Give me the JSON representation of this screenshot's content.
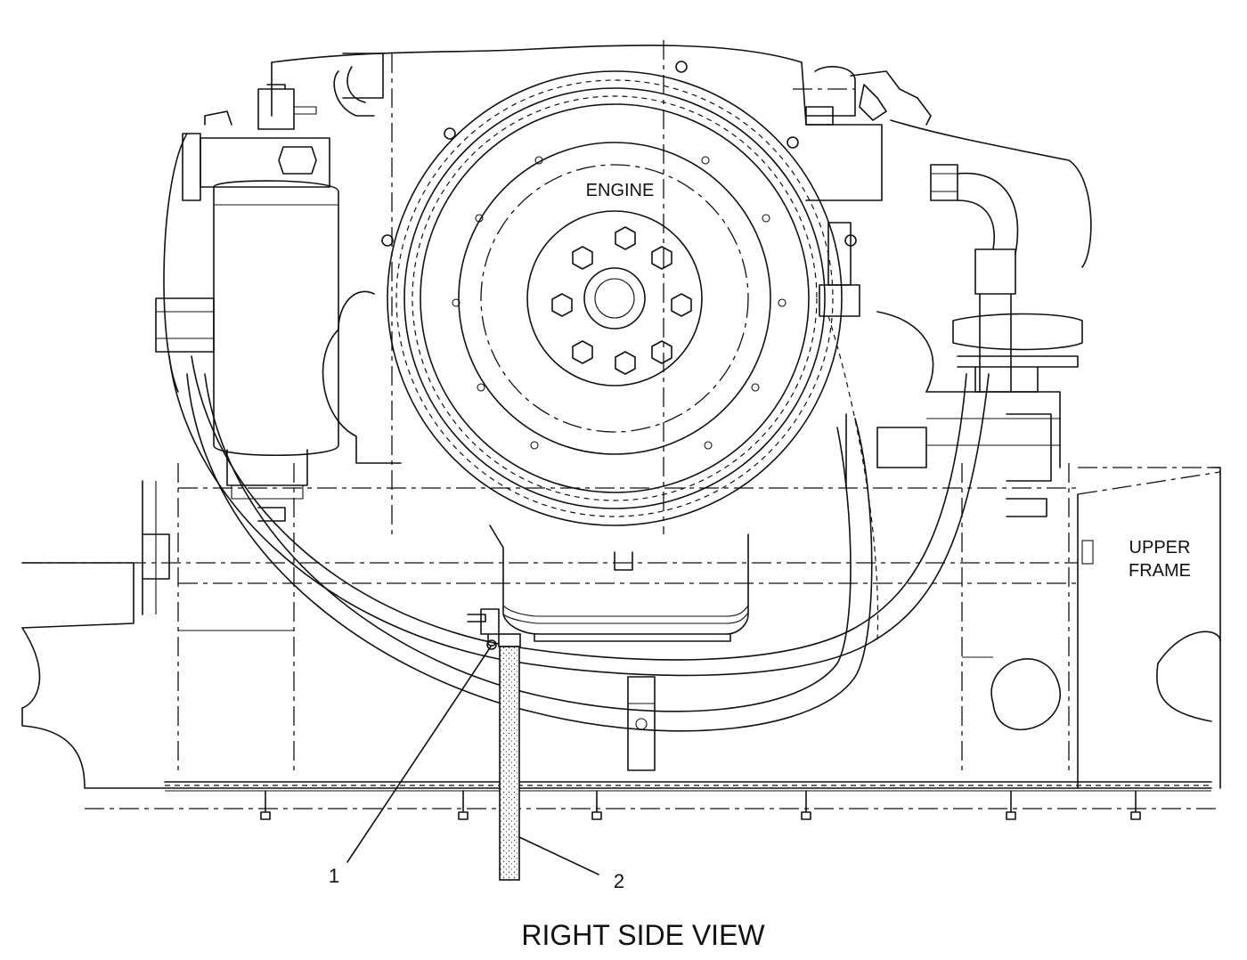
{
  "labels": {
    "engine": "ENGINE",
    "upper_frame_line1": "UPPER",
    "upper_frame_line2": "FRAME",
    "callout_1": "1",
    "callout_2": "2",
    "view_title": "RIGHT SIDE VIEW"
  },
  "colors": {
    "line": "#111111",
    "background": "#ffffff"
  }
}
